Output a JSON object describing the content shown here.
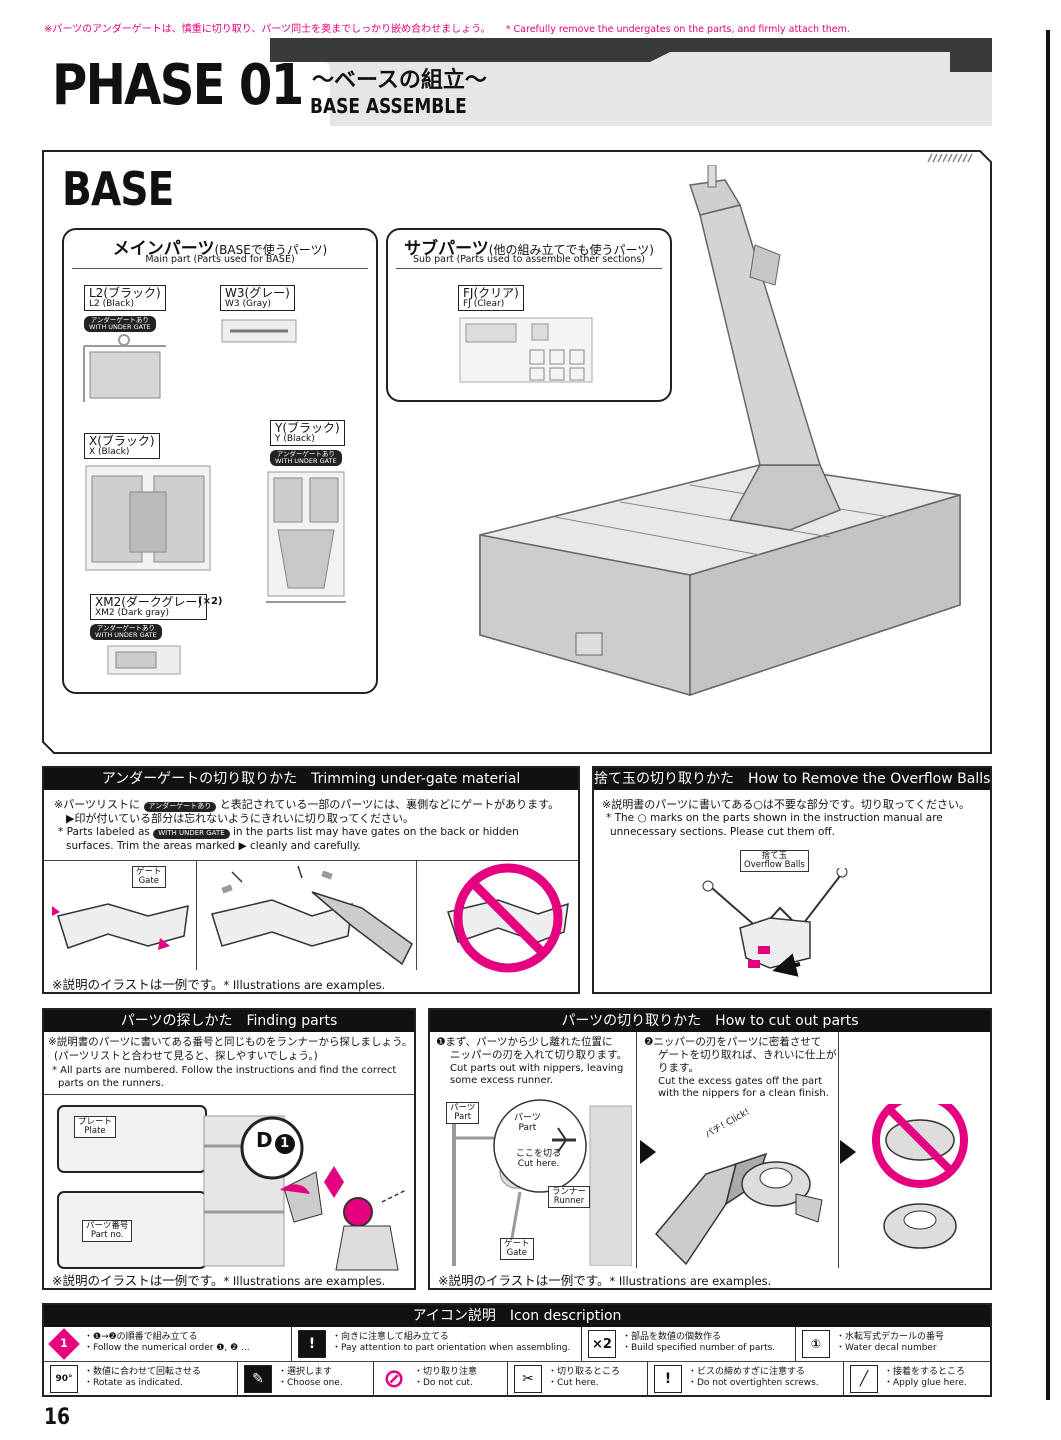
{
  "top_note": {
    "jp": "※パーツのアンダーゲートは、慎重に切り取り、パーツ同士を奥までしっかり嵌め合わせましょう。",
    "en": "* Carefully remove the undergates on the parts, and firmly attach them."
  },
  "header": {
    "phase": "PHASE 01",
    "subtitle_jp": "〜ベースの組立〜",
    "subtitle_en": "BASE ASSEMBLE"
  },
  "base": {
    "title": "BASE",
    "main_parts": {
      "title_jp": "メインパーツ",
      "title_paren": "(BASEで使うパーツ)",
      "subtitle": "Main part (Parts used for BASE)",
      "items": [
        {
          "jp": "L2(ブラック)",
          "en": "L2 (Black)",
          "undergate": true
        },
        {
          "jp": "W3(グレー)",
          "en": "W3 (Gray)",
          "undergate": false
        },
        {
          "jp": "X(ブラック)",
          "en": "X (Black)",
          "undergate": false
        },
        {
          "jp": "Y(ブラック)",
          "en": "Y (Black)",
          "undergate": true
        },
        {
          "jp": "XM2(ダークグレー)",
          "en": "XM2 (Dark gray)",
          "undergate": true,
          "qty": "(×2)"
        }
      ]
    },
    "sub_parts": {
      "title_jp": "サブパーツ",
      "title_paren": "(他の組み立てでも使うパーツ)",
      "subtitle": "Sub part (Parts used to assemble other sections)",
      "items": [
        {
          "jp": "FJ(クリア)",
          "en": "FJ (Clear)"
        }
      ]
    },
    "undergate_badge": {
      "jp": "アンダーゲートあり",
      "en": "WITH UNDER GATE"
    }
  },
  "trimming": {
    "title_jp": "アンダーゲートの切り取りかた",
    "title_en": "Trimming under-gate material",
    "jp_line1": "※パーツリストに",
    "jp_line1b": "と表記されている一部のパーツには、裏側などにゲートがあります。",
    "jp_line2": "▶印が付いている部分は忘れないようにきれいに切り取ってください。",
    "en_line1a": "* Parts labeled as",
    "en_line1b": "in the parts list may have gates on the back or hidden",
    "en_line2": "surfaces. Trim the areas marked ▶ cleanly and carefully.",
    "gate_jp": "ゲート",
    "gate_en": "Gate",
    "note_jp": "※説明のイラストは一例です。",
    "note_en": "* Illustrations are examples."
  },
  "overflow": {
    "title_jp": "捨て玉の切り取りかた",
    "title_en": "How to Remove the Overflow Balls",
    "jp": "※説明書のパーツに書いてある○は不要な部分です。切り取ってください。",
    "en1": "* The ○ marks on the parts shown in the instruction manual are",
    "en2": "unnecessary sections. Please cut them off.",
    "tag_jp": "捨て玉",
    "tag_en": "Overflow Balls"
  },
  "finding": {
    "title_jp": "パーツの探しかた",
    "title_en": "Finding parts",
    "jp1": "※説明書のパーツに書いてある番号と同じものをランナーから探しましょう。",
    "jp2": "(パーツリストと合わせて見ると、探しやすいでしょう。)",
    "en1": "* All parts are numbered. Follow the instructions and find the correct",
    "en2": "parts on the runners.",
    "plate_jp": "プレート",
    "plate_en": "Plate",
    "partno_jp": "パーツ番号",
    "partno_en": "Part no.",
    "callout": "D",
    "callout_num": "1",
    "note_jp": "※説明のイラストは一例です。",
    "note_en": "* Illustrations are examples."
  },
  "cutting": {
    "title_jp": "パーツの切り取りかた",
    "title_en": "How to cut out parts",
    "step1_jp1": "❶まず、パーツから少し離れた位置に",
    "step1_jp2": "ニッパーの刃を入れて切り取ります。",
    "step1_en1": "Cut parts out with nippers, leaving",
    "step1_en2": "some excess runner.",
    "step2_jp1": "❷ニッパーの刃をパーツに密着させて",
    "step2_jp2": "ゲートを切り取れば、きれいに仕上が",
    "step2_jp3": "ります。",
    "step2_en1": "Cut the excess gates off the part",
    "step2_en2": "with the nippers for a clean finish.",
    "part_jp": "パーツ",
    "part_en": "Part",
    "part2_jp": "パーツ",
    "part2_en": "Part",
    "cut_jp": "ここを切る",
    "cut_en": "Cut here.",
    "runner_jp": "ランナー",
    "runner_en": "Runner",
    "gate_jp": "ゲート",
    "gate_en": "Gate",
    "snap": "パチ! Click!",
    "note_jp": "※説明のイラストは一例です。",
    "note_en": "* Illustrations are examples."
  },
  "icons": {
    "title_jp": "アイコン説明",
    "title_en": "Icon description",
    "row1": [
      {
        "icon": "numbered-step-icon",
        "glyph": "1",
        "jp": "・❶→❷の順番で組み立てる",
        "en": "・Follow the numerical order ❶, ❷ ..."
      },
      {
        "icon": "exclamation-icon",
        "glyph": "!",
        "jp": "・向きに注意して組み立てる",
        "en": "・Pay attention to part orientation when assembling."
      },
      {
        "icon": "multiply-count-icon",
        "glyph": "×2",
        "jp": "・部品を数値の個数作る",
        "en": "・Build specified number of parts."
      },
      {
        "icon": "water-decal-icon",
        "glyph": "①",
        "jp": "・水転写式デカールの番号",
        "en": "・Water decal number"
      }
    ],
    "row2": [
      {
        "icon": "rotate-icon",
        "glyph": "90°",
        "jp": "・数値に合わせて回転させる",
        "en": "・Rotate as indicated."
      },
      {
        "icon": "choose-one-icon",
        "glyph": "✎",
        "jp": "・選択します",
        "en": "・Choose one."
      },
      {
        "icon": "do-not-cut-icon",
        "glyph": "⊘",
        "jp": "・切り取り注意",
        "en": "・Do not cut."
      },
      {
        "icon": "cut-here-icon",
        "glyph": "✂",
        "jp": "・切り取るところ",
        "en": "・Cut here."
      },
      {
        "icon": "screw-caution-icon",
        "glyph": "!",
        "jp": "・ビスの締めすぎに注意する",
        "en": "・Do not overtighten screws."
      },
      {
        "icon": "glue-icon",
        "glyph": "╱",
        "jp": "・接着をするところ",
        "en": "・Apply glue here."
      }
    ]
  },
  "page_number": "16"
}
